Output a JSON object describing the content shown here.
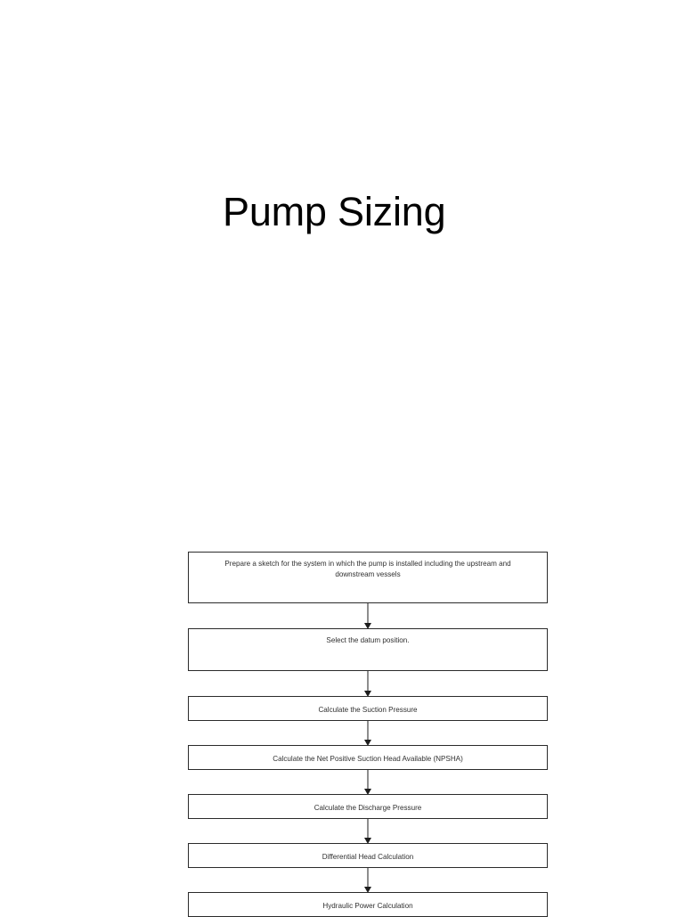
{
  "page": {
    "background_color": "#ffffff",
    "title": "Pump Sizing"
  },
  "flowchart": {
    "title": "Pump Sizing",
    "orientation": "vertical",
    "accent_color": "#2b2b2b",
    "text_color": "#2f2f2f",
    "steps": [
      {
        "index": 1,
        "label": "Prepare a sketch for the system in which the pump is installed including the upstream and downstream vessels",
        "size": "tall"
      },
      {
        "index": 2,
        "label": "Select the datum position.",
        "size": "medium"
      },
      {
        "index": 3,
        "label": "Calculate the Suction Pressure",
        "size": "short"
      },
      {
        "index": 4,
        "label": "Calculate the Net Positive Suction Head Available (NPSHA)",
        "size": "short"
      },
      {
        "index": 5,
        "label": "Calculate the Discharge Pressure",
        "size": "short"
      },
      {
        "index": 6,
        "label": "Differential Head Calculation",
        "size": "short"
      },
      {
        "index": 7,
        "label": "Hydraulic Power Calculation",
        "size": "short",
        "clipped": true
      }
    ]
  }
}
